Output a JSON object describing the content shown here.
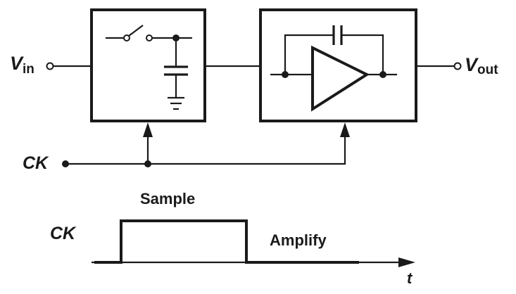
{
  "labels": {
    "vin_main": "V",
    "vin_sub": "in",
    "vout_main": "V",
    "vout_sub": "out",
    "ck_circuit": "CK",
    "ck_timing": "CK",
    "sample": "Sample",
    "amplify": "Amplify",
    "time_axis": "t"
  },
  "colors": {
    "ink": "#1a1a1a",
    "background": "#ffffff"
  },
  "blocks": [
    "sample-and-hold",
    "integrator-amplifier"
  ]
}
